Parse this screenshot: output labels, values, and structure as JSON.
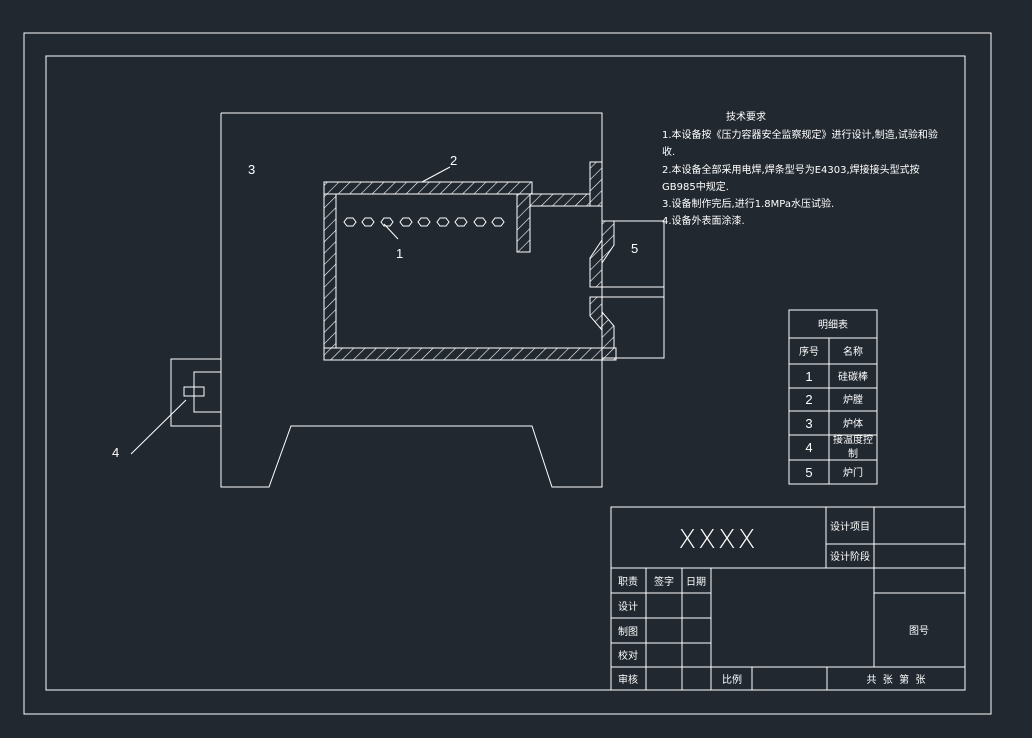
{
  "tech_requirements": {
    "title": "技术要求",
    "lines": [
      "1.本设备按《压力容器安全监察规定》进行设计,制造,试验和验",
      "收.",
      "2.本设备全部采用电焊,焊条型号为E4303,焊接接头型式按",
      "GB985中规定.",
      "3.设备制作完后,进行1.8MPa水压试验.",
      "4.设备外表面涂漆."
    ]
  },
  "callouts": {
    "c1": "1",
    "c2": "2",
    "c3": "3",
    "c4": "4",
    "c5": "5"
  },
  "parts_list": {
    "title": "明细表",
    "headers": [
      "序号",
      "名称"
    ],
    "rows": [
      {
        "no": "1",
        "name": "硅碳棒"
      },
      {
        "no": "2",
        "name": "炉膛"
      },
      {
        "no": "3",
        "name": "炉体"
      },
      {
        "no": "4",
        "name_line1": "接温度控",
        "name_line2": "制"
      },
      {
        "no": "5",
        "name": "炉门"
      }
    ]
  },
  "title_block": {
    "drawing_title": "XXXX",
    "design_project": "设计项目",
    "design_stage": "设计阶段",
    "col_role": "职责",
    "col_sign": "签字",
    "col_date": "日期",
    "roles": [
      "设计",
      "制图",
      "校对",
      "审核"
    ],
    "drawing_no_label": "图号",
    "scale_label": "比例",
    "sheets_label": "共  张  第  张"
  }
}
